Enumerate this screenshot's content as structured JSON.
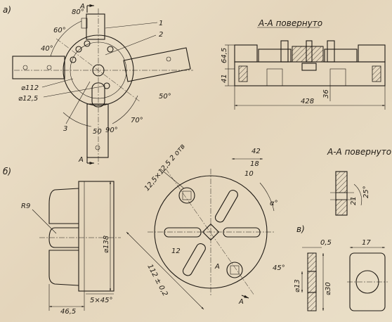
{
  "views": {
    "a": {
      "label": "а)",
      "section_title": "А-А повернуто",
      "section_mark": "А",
      "dims": {
        "d112": "⌀112",
        "d125": "⌀12,5",
        "a40": "40°",
        "a60": "60°",
        "a80": "80°",
        "a50": "50°",
        "a70": "70°",
        "a90": "90°",
        "w50": "50",
        "h645": "64,5",
        "h41": "41",
        "l428": "428",
        "h36": "36"
      },
      "callouts": [
        "1",
        "2",
        "3"
      ]
    },
    "b": {
      "label": "б)",
      "dims": {
        "r9": "R9",
        "d138": "⌀138",
        "l465": "46,5",
        "ch": "5×45°",
        "holes": "12,5×12,5  2 отв",
        "w42": "42",
        "w18": "18",
        "w10": "10",
        "alpha": "α°",
        "a45": "45°",
        "w12": "12",
        "r112": "112 ± 0,2"
      },
      "section_title": "А-А повернуто",
      "section_mark": "А",
      "section_dims": {
        "s21": "21",
        "s25": "25°"
      }
    },
    "c": {
      "label": "в)",
      "dims": {
        "t05": "0,5",
        "d13": "⌀13",
        "d30": "⌀30",
        "w17": "17"
      }
    }
  }
}
